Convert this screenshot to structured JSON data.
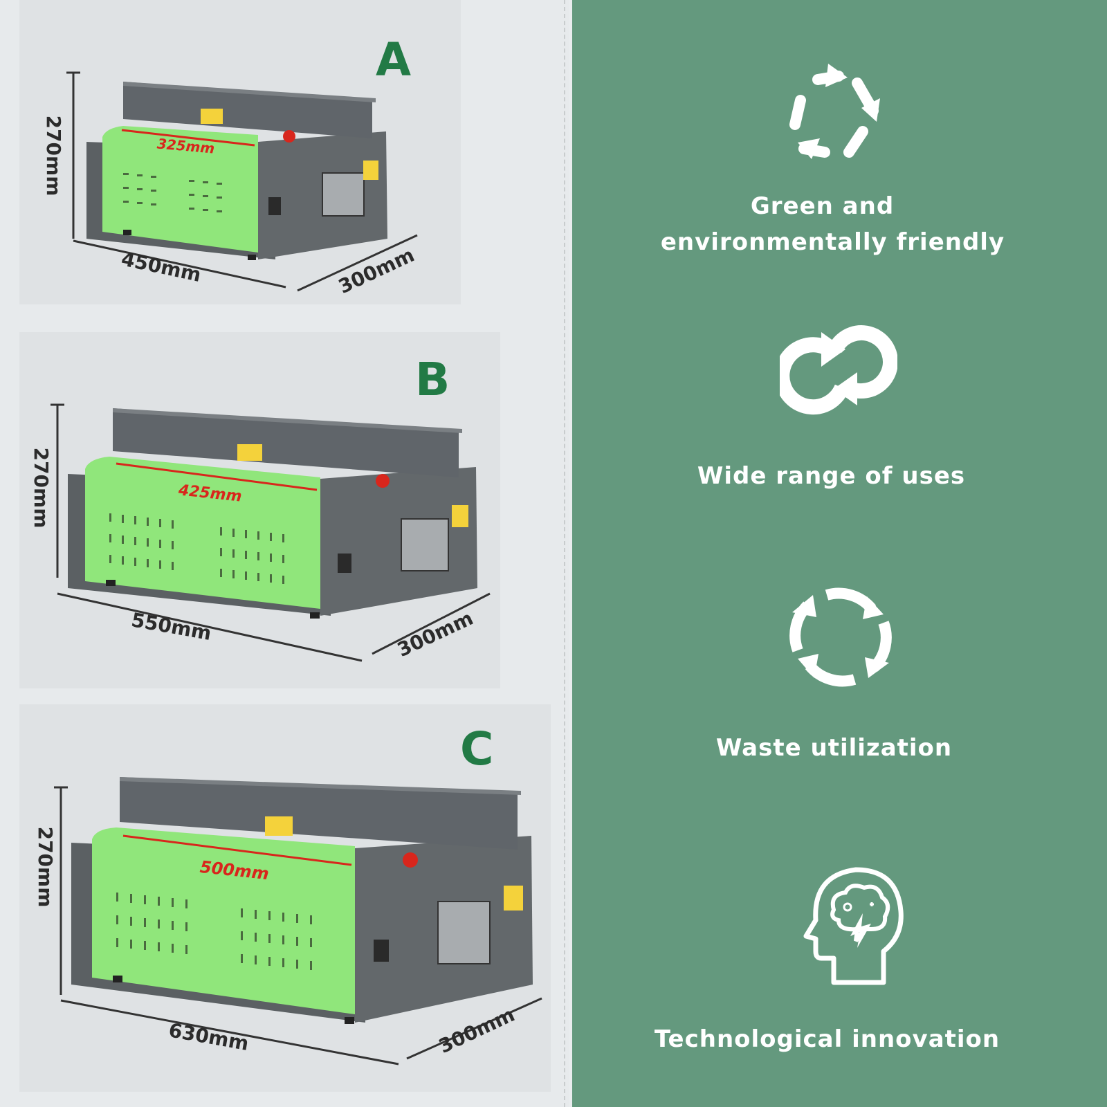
{
  "products": [
    {
      "letter": "A",
      "height": "270mm",
      "width": "450mm",
      "depth": "300mm",
      "feed": "325mm"
    },
    {
      "letter": "B",
      "height": "270mm",
      "width": "550mm",
      "depth": "300mm",
      "feed": "425mm"
    },
    {
      "letter": "C",
      "height": "270mm",
      "width": "630mm",
      "depth": "300mm",
      "feed": "500mm"
    }
  ],
  "features": [
    {
      "icon": "recycle-icon",
      "line1": "Green and",
      "line2": "environmentally friendly"
    },
    {
      "icon": "loop-arrows-icon",
      "line1": "Wide range of uses"
    },
    {
      "icon": "circular-arrows-icon",
      "line1": "Waste utilization"
    },
    {
      "icon": "head-brain-icon",
      "line1": "Technological innovation"
    }
  ],
  "colors": {
    "panel_green": "#64997e",
    "letter_green": "#227a45",
    "machine_green": "#90e67b",
    "machine_grey": "#5b6063",
    "feed_red": "#d8261c"
  }
}
